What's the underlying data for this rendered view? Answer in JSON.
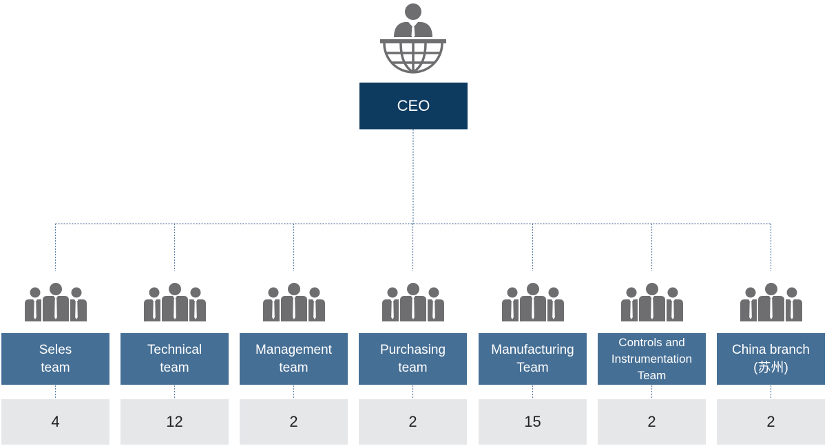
{
  "ceo": {
    "label": "CEO"
  },
  "teams": [
    {
      "lines": [
        "Seles",
        "team"
      ],
      "count": "4"
    },
    {
      "lines": [
        "Technical",
        "team"
      ],
      "count": "12"
    },
    {
      "lines": [
        "Management",
        "team"
      ],
      "count": "2"
    },
    {
      "lines": [
        "Purchasing",
        "team"
      ],
      "count": "2"
    },
    {
      "lines": [
        "Manufacturing",
        "Team"
      ],
      "count": "15"
    },
    {
      "lines": [
        "Controls and",
        "Instrumentation",
        "Team"
      ],
      "count": "2"
    },
    {
      "lines": [
        "China branch",
        "(苏州)"
      ],
      "count": "2"
    }
  ],
  "colors": {
    "ceo_box": "#0d3a5f",
    "team_box": "#466f95",
    "count_box": "#e6e7e9",
    "icon": "#6e6e70",
    "connector": "#5b7fa6"
  },
  "icons": {
    "ceo": "ceo-at-globe-podium-icon",
    "team": "team-group-icon"
  }
}
